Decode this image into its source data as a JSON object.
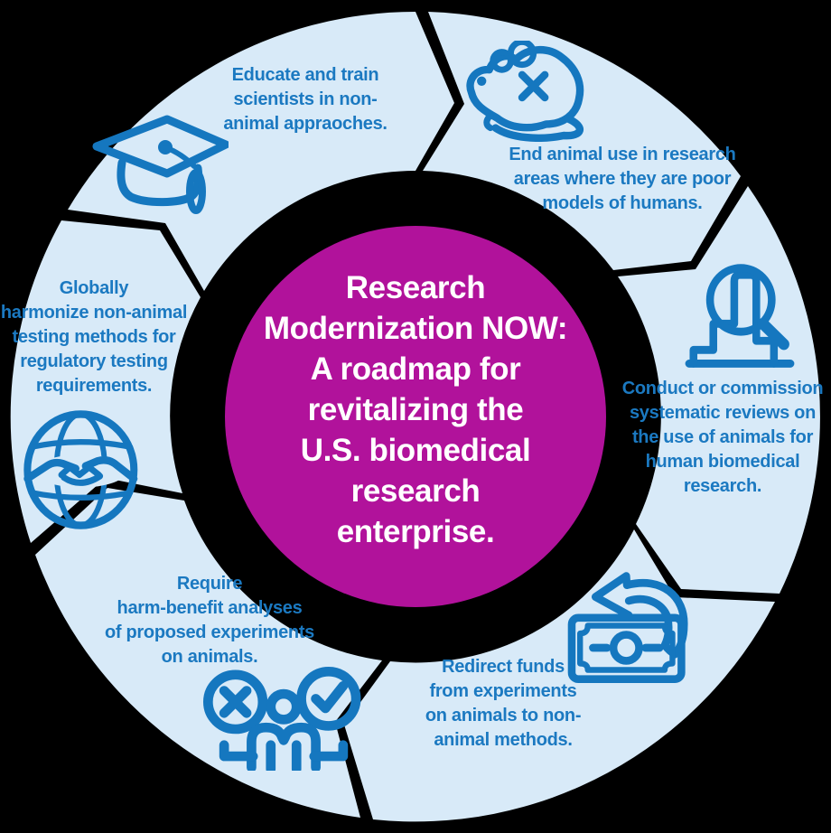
{
  "title": "Research Modernization NOW infographic",
  "colors": {
    "background": "#000000",
    "ring_fill": "#D8EAF8",
    "icon_blue": "#1577BF",
    "text_blue": "#1B79C1",
    "center_magenta": "#B1129B",
    "center_text": "#FFFFFF"
  },
  "center": {
    "text": "Research\nModernization NOW:\nA roadmap for\nrevitalizing the\nU.S. biomedical\nresearch\nenterprise."
  },
  "segments": [
    {
      "id": "educate-train",
      "icon": "graduation-cap-icon",
      "text": "Educate and train\nscientists in non-\nanimal appraoches."
    },
    {
      "id": "end-animal-use",
      "icon": "mouse-icon",
      "text": "End animal use in research\nareas where they are poor\nmodels of humans."
    },
    {
      "id": "systematic-reviews",
      "icon": "magnifier-chart-icon",
      "text": "Conduct or commission\nsystematic reviews on\nthe use of animals for\nhuman biomedical\nresearch."
    },
    {
      "id": "redirect-funds",
      "icon": "money-redirect-icon",
      "text": "Redirect funds\nfrom experiments\non animals to non-\nanimal methods."
    },
    {
      "id": "harm-benefit-analyses",
      "icon": "harm-benefit-icon",
      "text": "Require\nharm-benefit analyses\nof proposed experiments\non animals."
    },
    {
      "id": "globally-harmonize",
      "icon": "globe-handshake-icon",
      "text": "Globally\nharmonize non-animal\ntesting methods for\nregulatory testing\nrequirements."
    }
  ]
}
